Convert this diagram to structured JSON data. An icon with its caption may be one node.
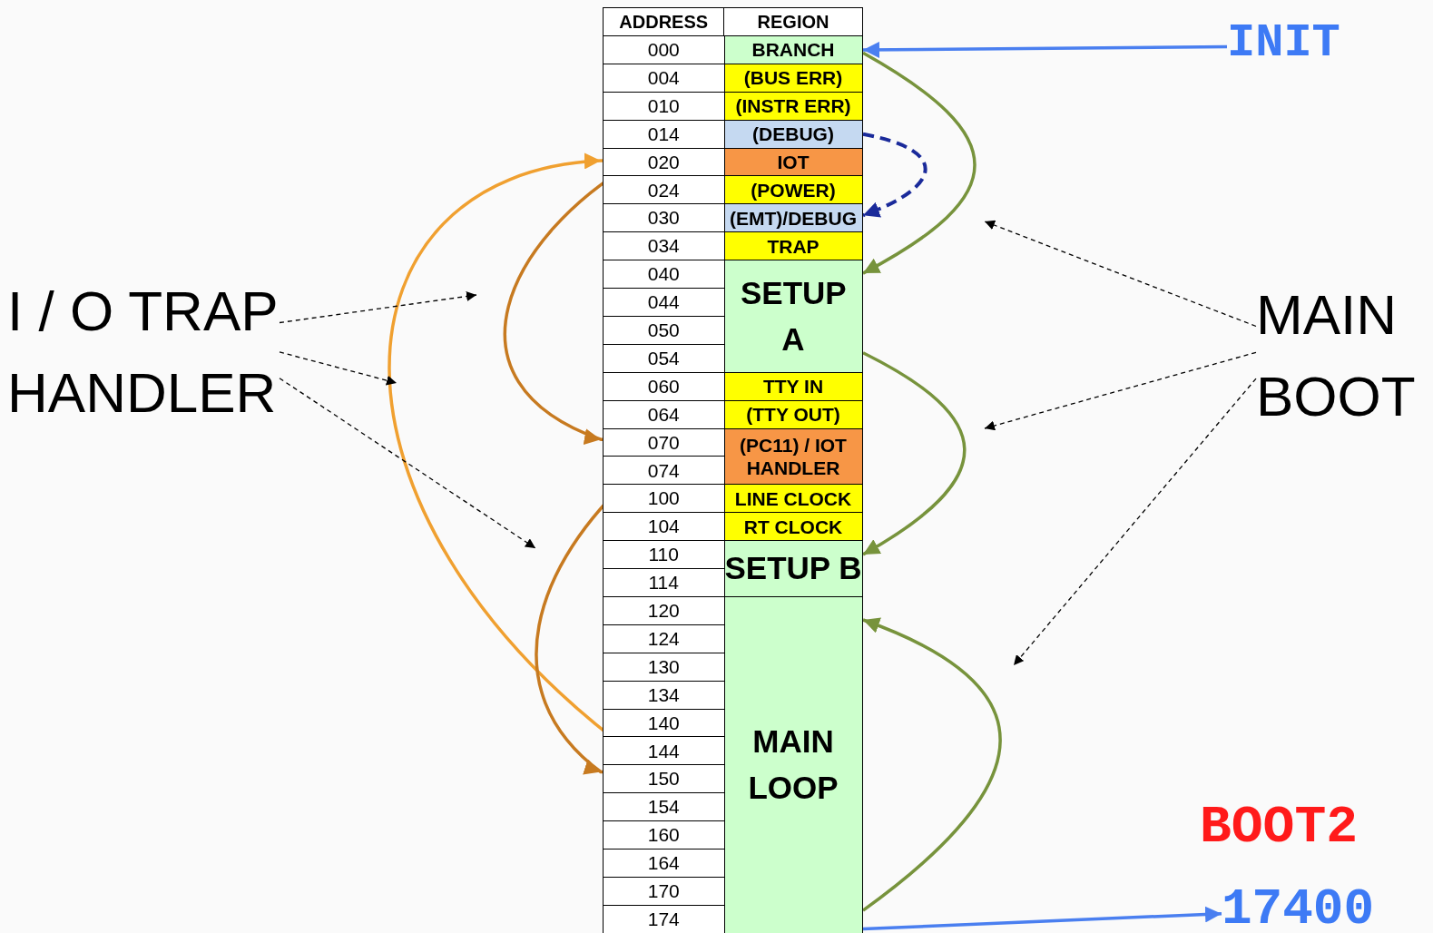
{
  "diagram": {
    "nodes": [
      {
        "text": [
          "INIT"
        ]
      },
      {
        "text": [
          "BRANCH"
        ]
      },
      {
        "text": [
          "(BUS ERR)"
        ]
      },
      {
        "text": [
          "(INSTR ERR)"
        ]
      },
      {
        "text": [
          "(DEBUG)"
        ]
      },
      {
        "text": [
          "IOT"
        ]
      },
      {
        "text": [
          "(POWER)"
        ]
      },
      {
        "text": [
          "(EMT)/DEBUG"
        ]
      },
      {
        "text": [
          "TRAP"
        ]
      },
      {
        "text": [
          "SETUP A"
        ]
      },
      {
        "text": [
          "TTY IN"
        ]
      },
      {
        "text": [
          "(TTY OUT)"
        ]
      },
      {
        "text": [
          "(PC11) / IOT HANDLER"
        ]
      },
      {
        "text": [
          "LINE CLOCK"
        ]
      },
      {
        "text": [
          "RT CLOCK"
        ]
      },
      {
        "text": [
          "SETUP B"
        ]
      },
      {
        "text": [
          "MAIN LOOP"
        ]
      },
      {
        "text": [
          "I / O TRAP HANDLER"
        ]
      },
      {
        "text": [
          "MAIN BOOT"
        ]
      },
      {
        "text": [
          "17400"
        ]
      }
    ],
    "edges": [
      {
        "from": 0,
        "to": 1,
        "arrow": "to",
        "color": "#4a7ff0"
      },
      {
        "from": 1,
        "to": 9,
        "arrow": "to",
        "color": "#77933c"
      },
      {
        "from": 4,
        "to": 7,
        "arrow": "to",
        "style": "dashed",
        "color": "#1a2a9a"
      },
      {
        "from": 9,
        "to": 15,
        "arrow": "to",
        "color": "#77933c"
      },
      {
        "from": 16,
        "to": 16,
        "arrow": "to",
        "color": "#77933c"
      },
      {
        "from": 16,
        "to": 19,
        "arrow": "to",
        "color": "#4a7ff0"
      },
      {
        "from": 16,
        "to": 5,
        "arrow": "to",
        "color": "#f0a030"
      },
      {
        "from": 5,
        "to": 12,
        "arrow": "to",
        "color": "#c77a20"
      },
      {
        "from": 12,
        "to": 16,
        "arrow": "to",
        "color": "#c77a20"
      },
      {
        "from": 17,
        "to": null,
        "arrow": "to",
        "style": "dashed",
        "color": "#000000"
      },
      {
        "from": 17,
        "to": null,
        "arrow": "to",
        "style": "dashed",
        "color": "#000000"
      },
      {
        "from": 17,
        "to": null,
        "arrow": "to",
        "style": "dashed",
        "color": "#000000"
      },
      {
        "from": 18,
        "to": null,
        "arrow": "to",
        "style": "dashed",
        "color": "#000000"
      },
      {
        "from": 18,
        "to": null,
        "arrow": "to",
        "style": "dashed",
        "color": "#000000"
      },
      {
        "from": 18,
        "to": null,
        "arrow": "to",
        "style": "dashed",
        "color": "#000000"
      }
    ],
    "labels": [
      "ADDRESS",
      "REGION",
      "000",
      "004",
      "010",
      "014",
      "020",
      "024",
      "030",
      "034",
      "040",
      "044",
      "050",
      "054",
      "060",
      "064",
      "070",
      "074",
      "100",
      "104",
      "110",
      "114",
      "120",
      "124",
      "130",
      "134",
      "140",
      "144",
      "150",
      "154",
      "160",
      "164",
      "170",
      "174",
      "BOOT2"
    ]
  }
}
